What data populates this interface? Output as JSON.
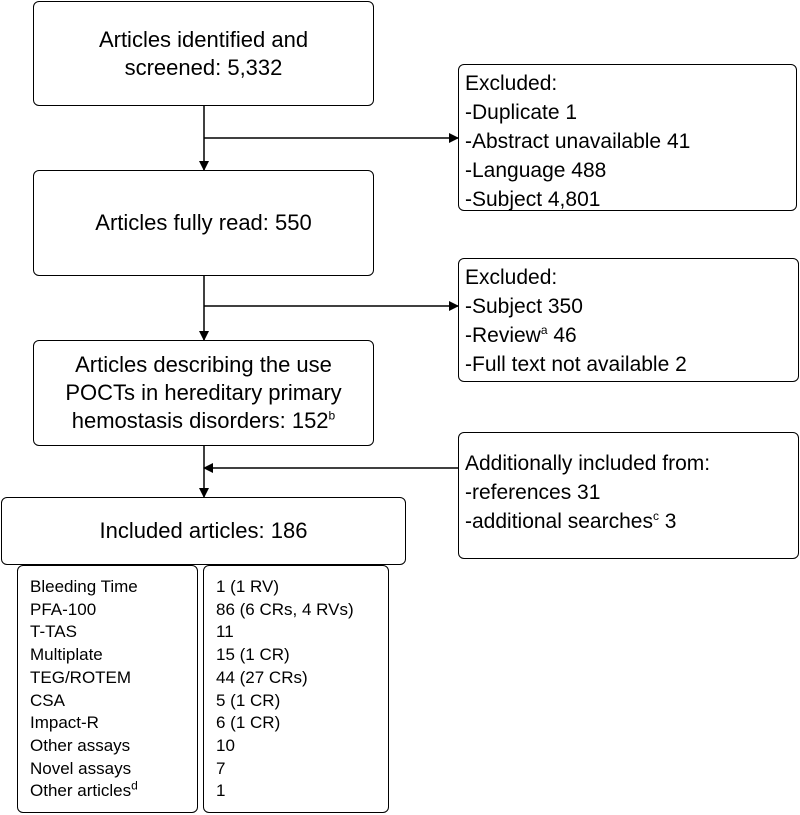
{
  "flow": {
    "identified": {
      "line1": "Articles identified and",
      "line2": "screened: 5,332"
    },
    "exclusion1": {
      "title": "Excluded:",
      "items": [
        "-Duplicate 1",
        "-Abstract unavailable 41",
        "-Language 488",
        "-Subject 4,801"
      ]
    },
    "fully_read": {
      "text": "Articles fully read: 550"
    },
    "exclusion2": {
      "title": "Excluded:",
      "items": [
        {
          "text": "-Subject 350",
          "sup": "",
          "after": ""
        },
        {
          "text": "-Review",
          "sup": "a",
          "after": " 46"
        },
        {
          "text": "-Full text not available 2",
          "sup": "",
          "after": ""
        }
      ]
    },
    "describing": {
      "line1": "Articles describing the use",
      "line2": "POCTs in hereditary primary",
      "line3": "hemostasis disorders: 152",
      "line3_sup": "b"
    },
    "additional": {
      "title": "Additionally included from:",
      "item1": "-references 31",
      "item2_text": "-additional searches",
      "item2_sup": "c",
      "item2_after": " 3"
    },
    "included": {
      "text": "Included articles: 186"
    }
  },
  "assay_table": {
    "rows": [
      {
        "assay": "Bleeding Time",
        "assay_sup": "",
        "count": "1 (1 RV)"
      },
      {
        "assay": "PFA-100",
        "assay_sup": "",
        "count": "86 (6 CRs, 4 RVs)"
      },
      {
        "assay": "T-TAS",
        "assay_sup": "",
        "count": "11"
      },
      {
        "assay": "Multiplate",
        "assay_sup": "",
        "count": "15 (1 CR)"
      },
      {
        "assay": "TEG/ROTEM",
        "assay_sup": "",
        "count": "44 (27 CRs)"
      },
      {
        "assay": "CSA",
        "assay_sup": "",
        "count": "5 (1 CR)"
      },
      {
        "assay": "Impact-R",
        "assay_sup": "",
        "count": "6 (1 CR)"
      },
      {
        "assay": "Other assays",
        "assay_sup": "",
        "count": "10"
      },
      {
        "assay": "Novel assays",
        "assay_sup": "",
        "count": "7"
      },
      {
        "assay": "Other articles",
        "assay_sup": "d",
        "count": "1"
      }
    ]
  }
}
